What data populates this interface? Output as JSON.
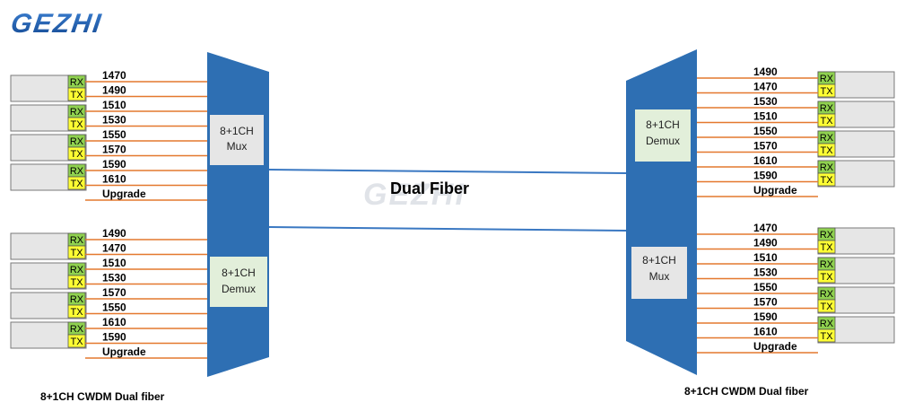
{
  "logo": {
    "text": "GEZHI",
    "color": "#1f5aa6"
  },
  "watermark": {
    "text": "GEZHI"
  },
  "fiber_label": "Dual Fiber",
  "port_labels": {
    "rx": "RX",
    "tx": "TX"
  },
  "colors": {
    "trapezoid": "#2e6fb3",
    "fiber": "#3a78c2",
    "lines": "#e4782e",
    "rx_fill": "#8fd14f",
    "tx_fill": "#ffff33",
    "port_box": "#e6e6e6",
    "mux_box": "#e6e6e6",
    "demux_box": "#e2efda"
  },
  "left": {
    "caption": "8+1CH CWDM Dual fiber",
    "mux_label": [
      "8+1CH",
      "Mux"
    ],
    "demux_label": [
      "8+1CH",
      "Demux"
    ],
    "top_group": [
      "1470",
      "1490",
      "1510",
      "1530",
      "1550",
      "1570",
      "1590",
      "1610"
    ],
    "bottom_group": [
      "1490",
      "1470",
      "1510",
      "1530",
      "1570",
      "1550",
      "1610",
      "1590"
    ],
    "upgrade": "Upgrade"
  },
  "right": {
    "caption": "8+1CH CWDM Dual fiber",
    "demux_label": [
      "8+1CH",
      "Demux"
    ],
    "mux_label": [
      "8+1CH",
      "Mux"
    ],
    "top_group": [
      "1490",
      "1470",
      "1530",
      "1510",
      "1550",
      "1570",
      "1610",
      "1590"
    ],
    "bottom_group": [
      "1470",
      "1490",
      "1510",
      "1530",
      "1550",
      "1570",
      "1590",
      "1610"
    ],
    "upgrade": "Upgrade"
  }
}
